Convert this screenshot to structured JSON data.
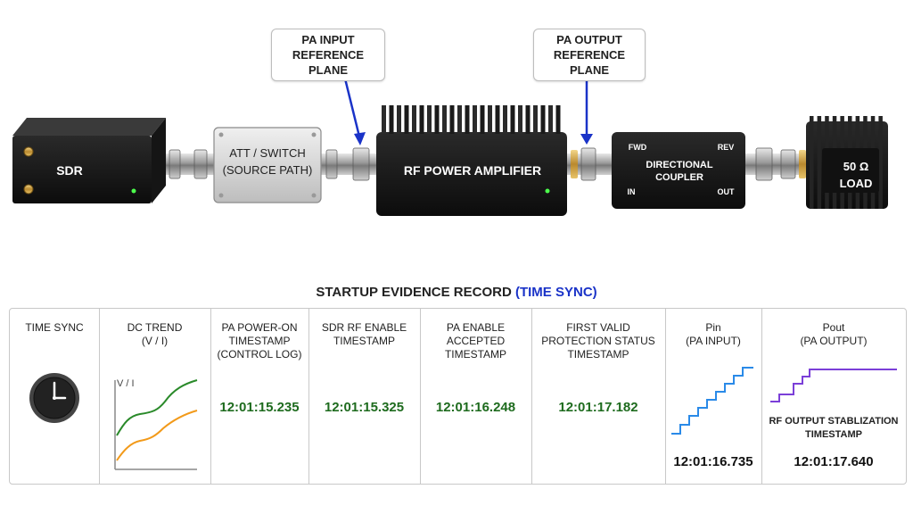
{
  "callouts": {
    "pa_input": "PA INPUT\nREFERENCE PLANE",
    "pa_output": "PA OUTPUT\nREFERENCE PLANE"
  },
  "devices": {
    "sdr": "SDR",
    "att_switch": "ATT / SWITCH\n(SOURCE PATH)",
    "pa": "RF POWER AMPLIFIER",
    "coupler": "DIRECTIONAL\nCOUPLER",
    "coupler_fwd": "FWD",
    "coupler_rev": "REV",
    "coupler_in": "IN",
    "coupler_out": "OUT",
    "load": "50 Ω\nLOAD"
  },
  "record": {
    "title": "STARTUP EVIDENCE RECORD",
    "title_highlight": "(TIME SYNC)",
    "columns": [
      {
        "header": "TIME SYNC"
      },
      {
        "header": "DC TREND\n(V / I)",
        "chart_label": "V / I"
      },
      {
        "header": "PA POWER-ON\nTIMESTAMP\n(CONTROL LOG)",
        "value": "12:01:15.235"
      },
      {
        "header": "SDR RF ENABLE\nTIMESTAMP",
        "value": "12:01:15.325"
      },
      {
        "header": "PA ENABLE ACCEPTED\nTIMESTAMP",
        "value": "12:01:16.248"
      },
      {
        "header": "FIRST VALID\nPROTECTION STATUS\nTIMESTAMP",
        "value": "12:01:17.182"
      },
      {
        "header": "Pin\n(PA INPUT)",
        "value": "12:01:16.735"
      },
      {
        "header": "Pout\n(PA OUTPUT)",
        "sub": "RF OUTPUT STABLIZATION\nTIMESTAMP",
        "value": "12:01:17.640"
      }
    ]
  },
  "colors": {
    "highlight": "#1a33c8",
    "timestamp_green": "#1e6b1e",
    "dc_v": "#2a8a2a",
    "dc_i": "#f29a1a",
    "pin": "#2a8ae8",
    "pout": "#7b3fd8"
  }
}
